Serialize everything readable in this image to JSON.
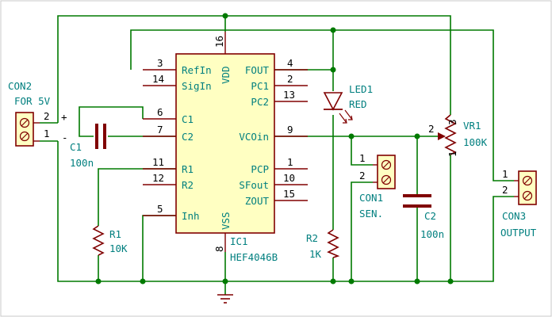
{
  "ic": {
    "ref": "IC1",
    "part": "HEF4046B",
    "vdd_label": "VDD",
    "vss_label": "VSS",
    "pins_left": [
      {
        "num": "3",
        "name": "RefIn"
      },
      {
        "num": "14",
        "name": "SigIn"
      },
      {
        "num": "6",
        "name": "C1"
      },
      {
        "num": "7",
        "name": "C2"
      },
      {
        "num": "11",
        "name": "R1"
      },
      {
        "num": "12",
        "name": "R2"
      },
      {
        "num": "5",
        "name": "Inh"
      }
    ],
    "pins_right": [
      {
        "num": "4",
        "name": "FOUT"
      },
      {
        "num": "2",
        "name": "PC1"
      },
      {
        "num": "13",
        "name": "PC2"
      },
      {
        "num": "9",
        "name": "VCOin"
      },
      {
        "num": "1",
        "name": "PCP"
      },
      {
        "num": "10",
        "name": "SFout"
      },
      {
        "num": "15",
        "name": "ZOUT"
      }
    ],
    "pin_top": "16",
    "pin_bottom": "8"
  },
  "con2": {
    "ref": "CON2",
    "value": "FOR 5V",
    "pin1": "1",
    "pin2": "2",
    "plus": "+",
    "minus": "-"
  },
  "c1": {
    "ref": "C1",
    "value": "100n"
  },
  "r1": {
    "ref": "R1",
    "value": "10K"
  },
  "led1": {
    "ref": "LED1",
    "value": "RED"
  },
  "r2": {
    "ref": "R2",
    "value": "1K"
  },
  "con1": {
    "ref": "CON1",
    "value": "SEN.",
    "pin1": "1",
    "pin2": "2"
  },
  "c2": {
    "ref": "C2",
    "value": "100n"
  },
  "vr1": {
    "ref": "VR1",
    "value": "100K",
    "pin1": "1",
    "pin2": "2",
    "pin3": "3"
  },
  "con3": {
    "ref": "CON3",
    "value": "OUTPUT",
    "pin1": "1",
    "pin2": "2"
  },
  "colors": {
    "wire": "#007a00",
    "component": "#800000",
    "label": "#007f7f",
    "ic_fill": "#ffffc2"
  }
}
